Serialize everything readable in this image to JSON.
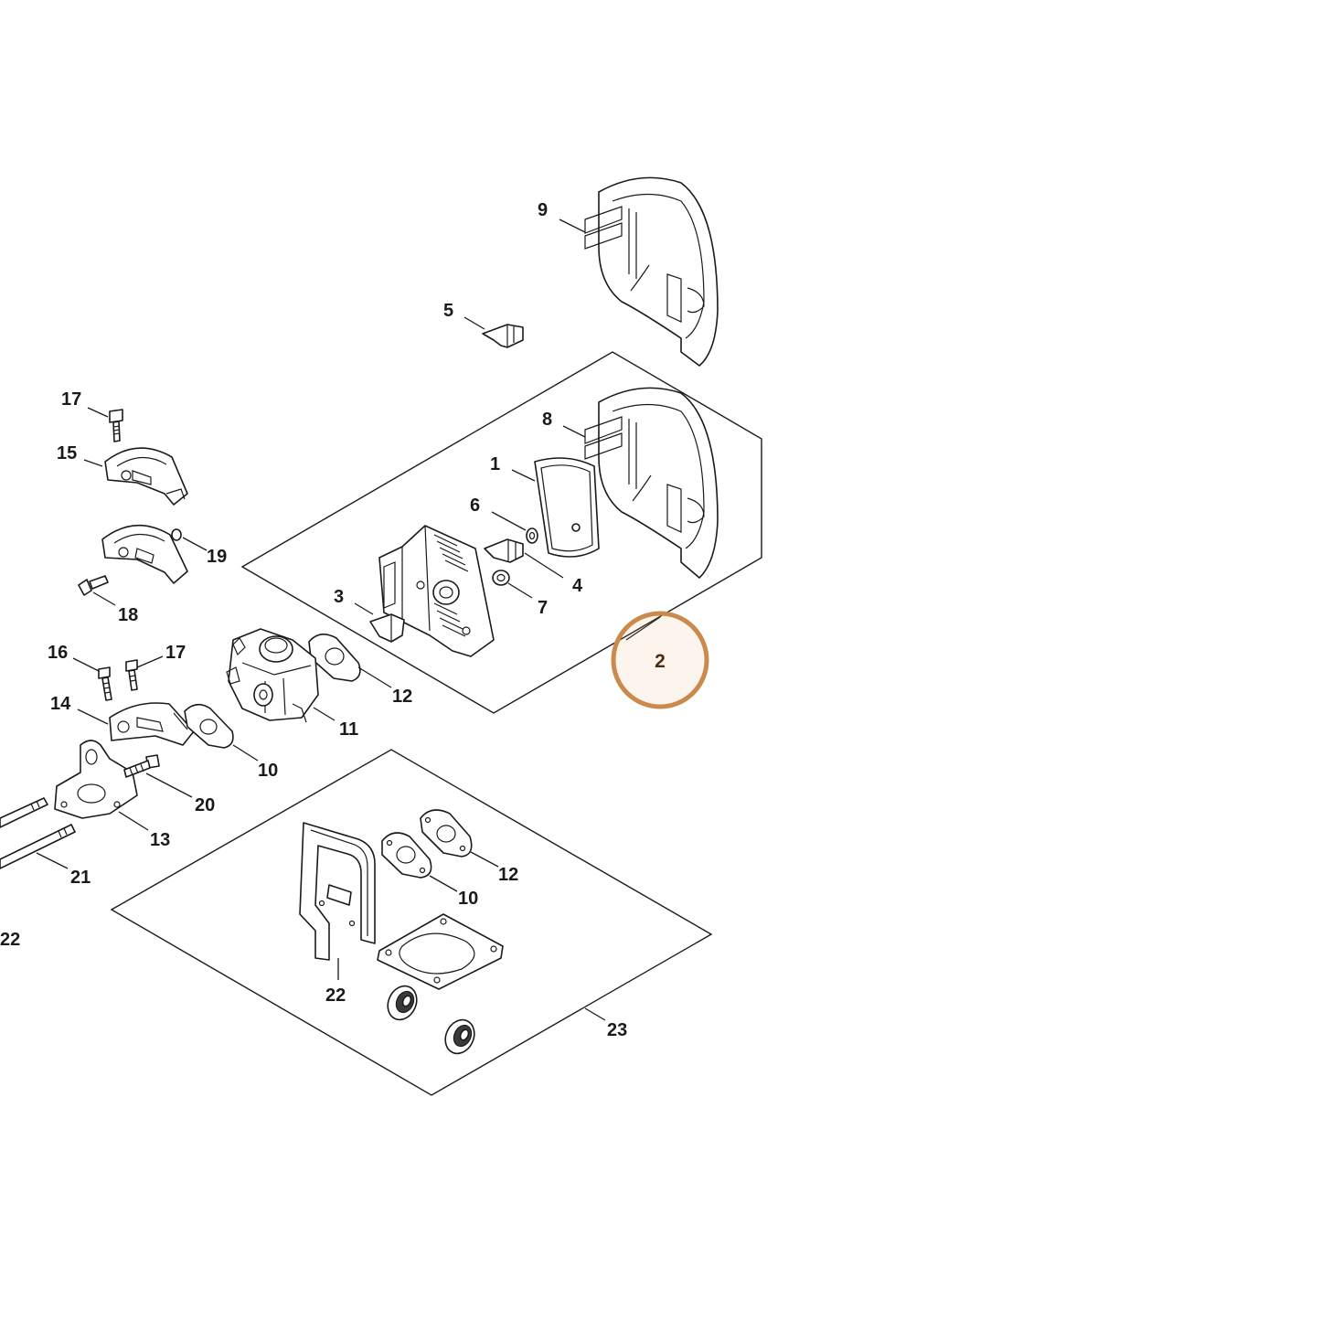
{
  "highlight": {
    "label": "2",
    "color": "#c98a4b"
  },
  "callouts": {
    "c1": "1",
    "c2": "2",
    "c3": "3",
    "c4": "4",
    "c5": "5",
    "c6": "6",
    "c7": "7",
    "c8": "8",
    "c9": "9",
    "c10a": "10",
    "c10b": "10",
    "c11": "11",
    "c12a": "12",
    "c12b": "12",
    "c13": "13",
    "c14": "14",
    "c15": "15",
    "c16": "16",
    "c17a": "17",
    "c17b": "17",
    "c18": "18",
    "c19": "19",
    "c20": "20",
    "c21": "21",
    "c22a": "22",
    "c22b": "22",
    "c23": "23"
  }
}
